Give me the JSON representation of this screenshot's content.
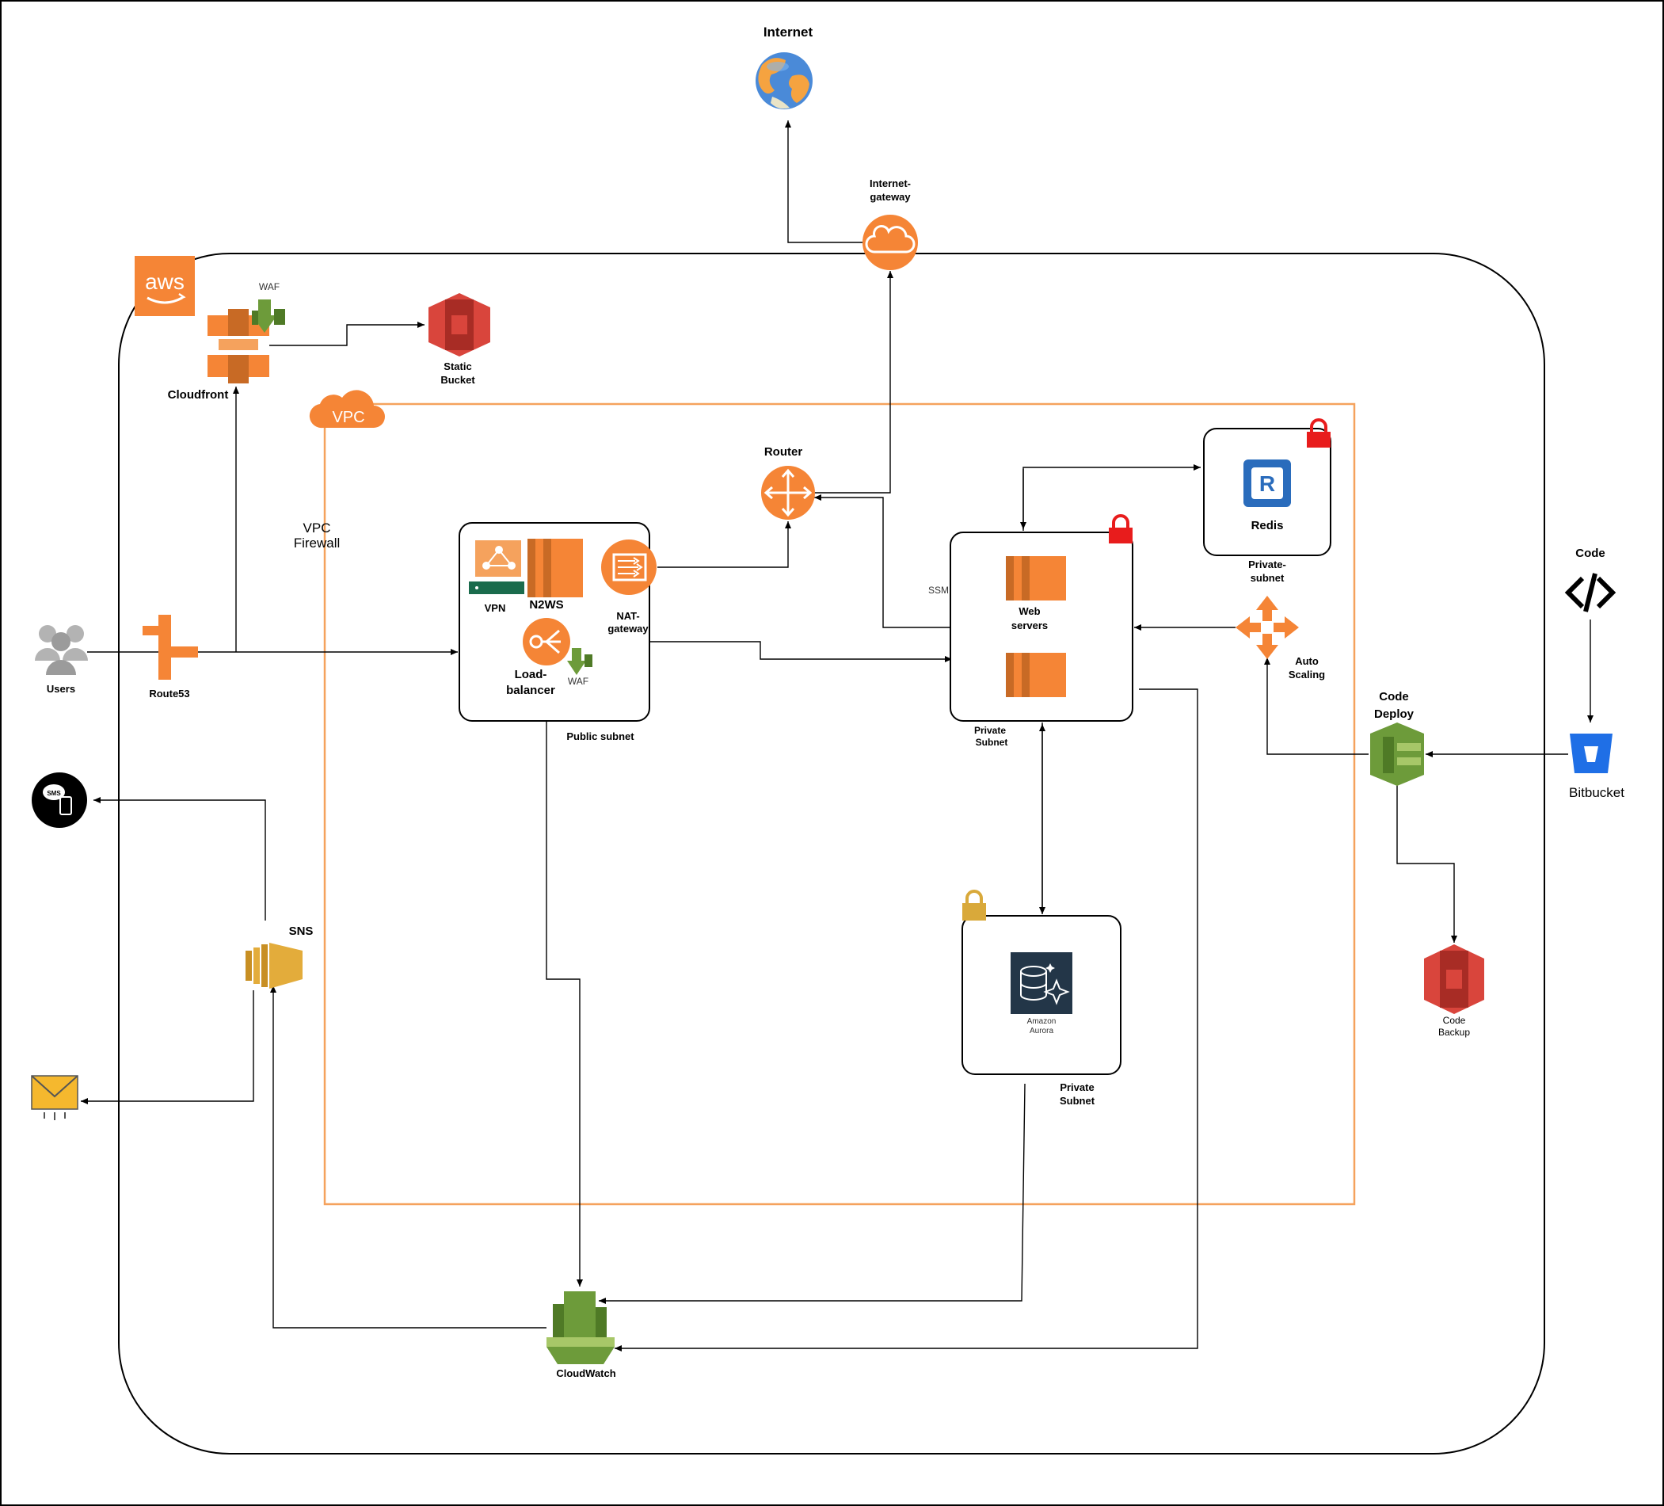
{
  "labels": {
    "internet": "Internet",
    "internet_gateway_1": "Internet-",
    "internet_gateway_2": "gateway",
    "aws": "aws",
    "waf_top": "WAF",
    "cloudfront": "Cloudfront",
    "static_bucket_1": "Static",
    "static_bucket_2": "Bucket",
    "vpc": "VPC",
    "vpc_firewall_1": "VPC",
    "vpc_firewall_2": "Firewall",
    "router": "Router",
    "redis": "Redis",
    "private_subnet_redis_1": "Private-",
    "private_subnet_redis_2": "subnet",
    "code": "Code",
    "vpn": "VPN",
    "n2ws": "N2WS",
    "nat_gateway_1": "NAT-",
    "nat_gateway_2": "gateway",
    "load_balancer_1": "Load-",
    "load_balancer_2": "balancer",
    "waf_lb": "WAF",
    "public_subnet": "Public subnet",
    "ssm": "SSM",
    "web_servers_1": "Web",
    "web_servers_2": "servers",
    "private_subnet_web_1": "Private",
    "private_subnet_web_2": "Subnet",
    "auto_scaling_1": "Auto",
    "auto_scaling_2": "Scaling",
    "code_deploy_1": "Code",
    "code_deploy_2": "Deploy",
    "bitbucket": "Bitbucket",
    "users": "Users",
    "route53": "Route53",
    "sms": "SMS",
    "sns": "SNS",
    "amazon_aurora_1": "Amazon",
    "amazon_aurora_2": "Aurora",
    "private_subnet_db_1": "Private",
    "private_subnet_db_2": "Subnet",
    "code_backup_1": "Code",
    "code_backup_2": "Backup",
    "cloudwatch": "CloudWatch"
  },
  "colors": {
    "aws_orange": "#f58536",
    "aws_green": "#6d9b3a",
    "aws_red": "#d9453c",
    "aws_gold": "#e3ac3b",
    "vpc_border": "#f5a25d",
    "lock_red": "#e81c1c",
    "lock_gold": "#d9a93a",
    "redis_blue": "#2a6cbc",
    "bitbucket_blue": "#1f6fe6",
    "aurora_navy": "#233648",
    "users_gray": "#b3b3b3"
  }
}
